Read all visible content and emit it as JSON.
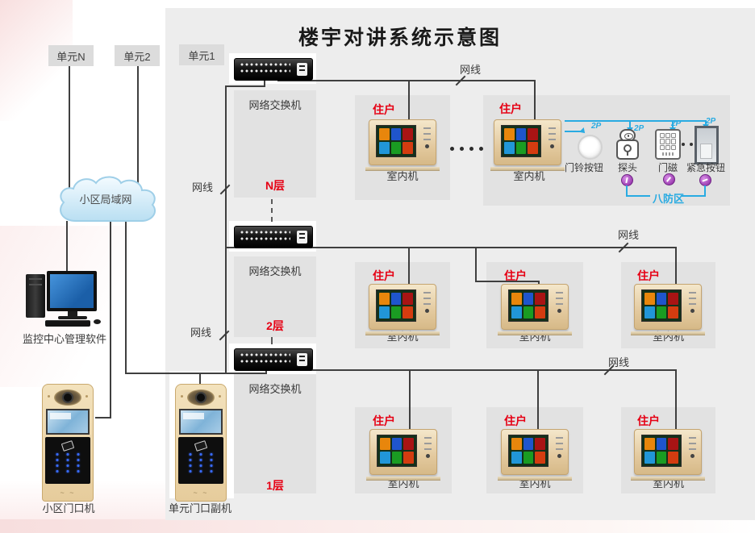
{
  "title": "楼宇对讲系统示意图",
  "units": {
    "n": "单元N",
    "u2": "单元2",
    "u1": "单元1"
  },
  "cloud": {
    "label": "小区局域网"
  },
  "computer": {
    "label": "监控中心管理软件"
  },
  "door_stations": {
    "main": "小区门口机",
    "sub": "单元门口副机"
  },
  "network": {
    "switch_label": "网络交换机",
    "cable": "网线"
  },
  "floors": {
    "n": "N层",
    "f2": "2层",
    "f1": "1层"
  },
  "household": {
    "resident": "住户",
    "indoor_unit": "室内机"
  },
  "security": {
    "doorbell": "门铃按钮",
    "sensor": "探头",
    "door_magnet": "门磁",
    "emergency": "紧急按钮",
    "zone": "八防区",
    "wire": "2P"
  },
  "colors": {
    "accent_cyan": "#29abe2",
    "label_red": "#e60014",
    "line_dark": "#3f3f3f",
    "panel_gray": "#ededed"
  }
}
